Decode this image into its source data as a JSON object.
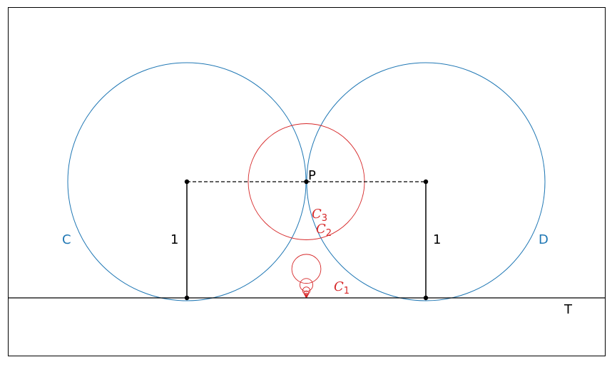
{
  "diagram": {
    "labels": {
      "circle_c": "C",
      "circle_d": "D",
      "point_p": "P",
      "line_t": "T",
      "radius_left": "1",
      "radius_right": "1",
      "c1_main": "C",
      "c1_sub": "1",
      "c2_main": "C",
      "c2_sub": "2",
      "c3_main": "C",
      "c3_sub": "3"
    },
    "colors": {
      "blue": "#1f77b4",
      "red": "#d62728",
      "black": "#000000"
    },
    "geometry_units": {
      "big_circle_radius": 1,
      "left_center": [
        -1,
        1
      ],
      "right_center": [
        1,
        1
      ],
      "tangent_line_y": 0,
      "inscribed_circles": "radius 1/(2 n^2), center height 1/n^2, n = 1..N"
    }
  }
}
